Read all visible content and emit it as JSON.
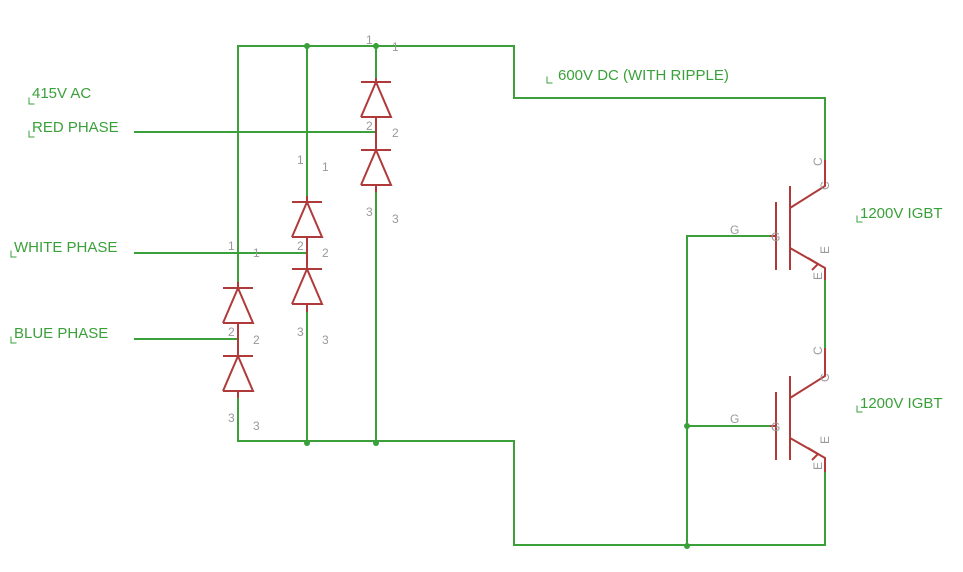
{
  "labels": {
    "supply": "415V AC",
    "red_phase": "RED PHASE",
    "white_phase": "WHITE PHASE",
    "blue_phase": "BLUE PHASE",
    "dc_bus": "600V DC (WITH RIPPLE)",
    "igbt_top": "1200V IGBT",
    "igbt_bottom": "1200V IGBT"
  },
  "pins": {
    "p1": "1",
    "p2": "2",
    "p3": "3",
    "gate": "G",
    "collector": "C",
    "emitter": "E"
  },
  "colors": {
    "wire": "#3aa03a",
    "device": "#b03a3a",
    "pin_text": "#999999",
    "background": "#ffffff"
  }
}
